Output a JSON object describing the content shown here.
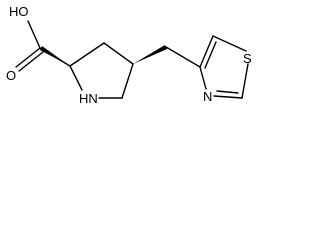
{
  "molecule": {
    "atoms": {
      "hydroxyl": "HO",
      "carbonyl_oxygen": "O",
      "ring_nitrogen": "HN",
      "thiazole_nitrogen": "N",
      "thiazole_sulfur": "S"
    },
    "stereo_bonds": [
      "wedge",
      "wedge"
    ],
    "colors": {
      "bond": "#000000",
      "text": "#000000",
      "background": "#ffffff"
    }
  }
}
